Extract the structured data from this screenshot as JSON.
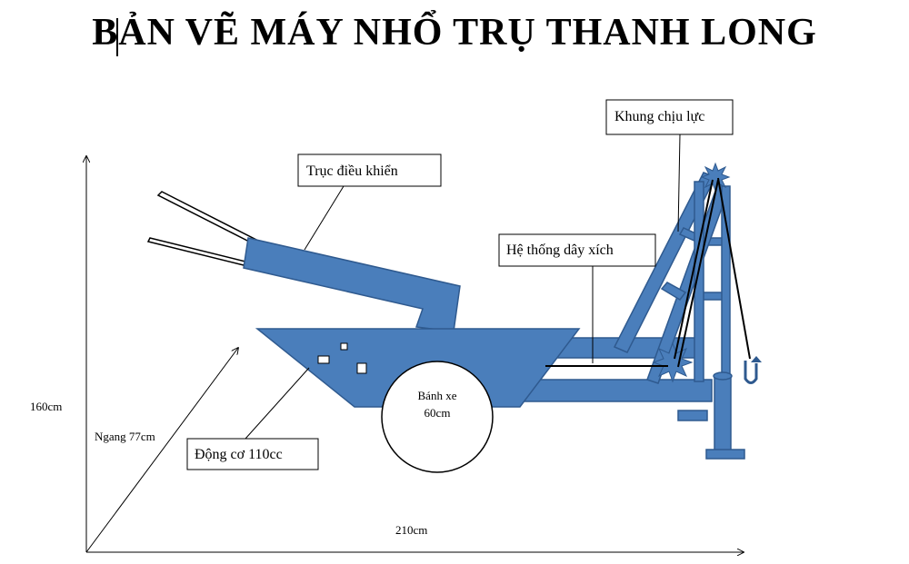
{
  "title": "BẢN VẼ MÁY NHỔ TRỤ THANH LONG",
  "callouts": {
    "control_shaft": "Trục điều khiển",
    "load_frame": "Khung chịu lực",
    "chain_system": "Hệ thống dây xích",
    "engine": "Động cơ 110cc"
  },
  "wheel": {
    "label": "Bánh xe",
    "size": "60cm"
  },
  "dimensions": {
    "height": "160cm",
    "depth": "Ngang 77cm",
    "width": "210cm"
  },
  "colors": {
    "machine_fill": "#4a7ebb",
    "machine_stroke": "#2f5a8f"
  }
}
